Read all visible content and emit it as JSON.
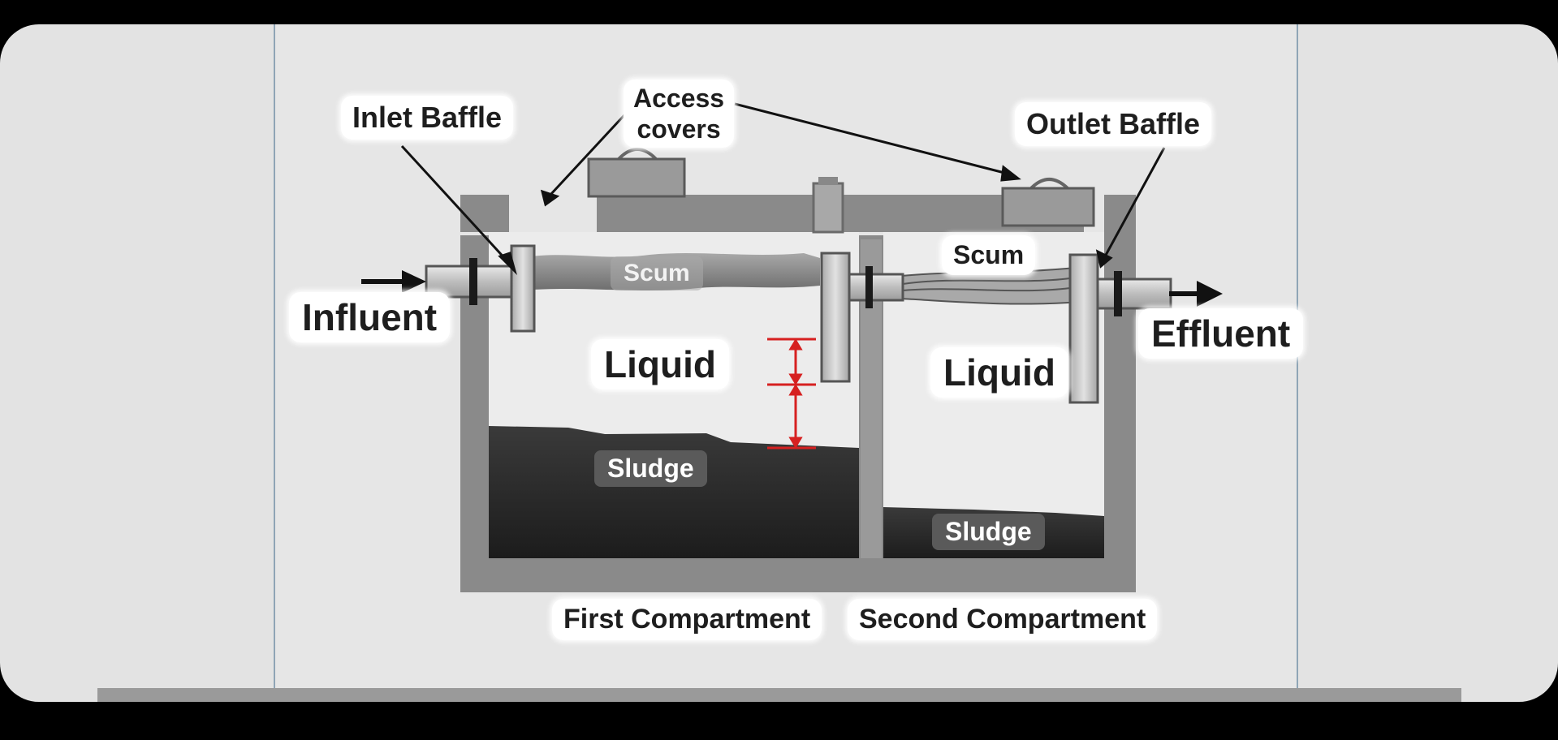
{
  "labels": {
    "inlet_baffle": "Inlet Baffle",
    "access_covers": "Access\ncovers",
    "outlet_baffle": "Outlet Baffle",
    "influent": "Influent",
    "effluent": "Effluent",
    "scum_first": "Scum",
    "scum_second": "Scum",
    "liquid_first": "Liquid",
    "liquid_second": "Liquid",
    "sludge_first": "Sludge",
    "sludge_second": "Sludge",
    "first_compartment": "First Compartment",
    "second_compartment": "Second Compartment"
  },
  "colors": {
    "background": "#000000",
    "frame": "#e3e3e3",
    "tank_wall": "#8a8a8a",
    "sludge": "#2a2a2a",
    "pipe": "#c9c9c9",
    "measure_marker": "#d62020"
  }
}
